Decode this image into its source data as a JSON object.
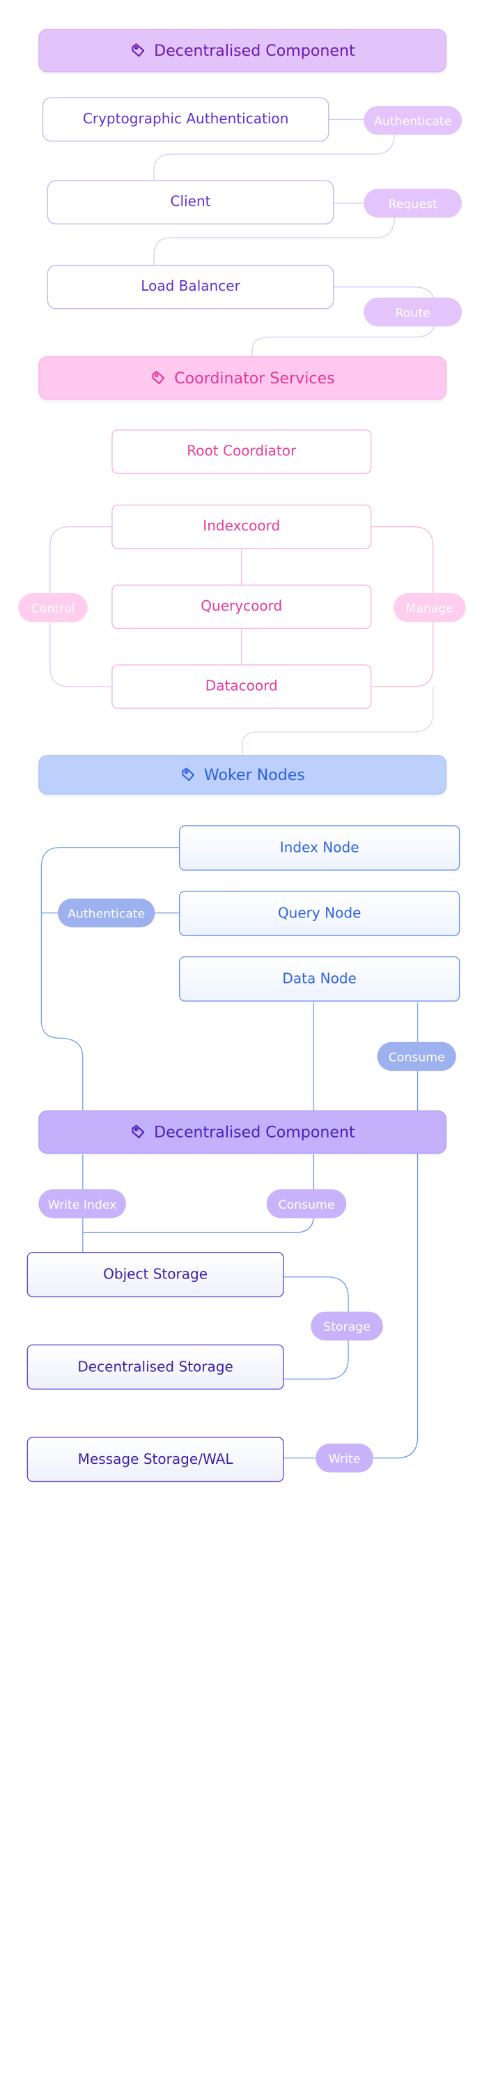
{
  "colors": {
    "purple_header": "#e2c3fa",
    "pink_header": "#ffc8ee",
    "blue_header": "#bdd0fb",
    "violet_header": "#c3b1fb",
    "purple_text": "#5f2fd2",
    "pink_text": "#e63b9c",
    "blue_text": "#2f62dc",
    "violet_text": "#3b1ea6"
  },
  "icons": {
    "section_header": "tag-icon"
  },
  "sections": {
    "decentralised_top": {
      "title": "Decentralised Component",
      "nodes": {
        "crypto_auth": "Cryptographic Authentication",
        "client": "Client",
        "load_balancer": "Load Balancer"
      },
      "labels": {
        "authenticate": "Authenticate",
        "request": "Request",
        "route": "Route"
      }
    },
    "coordinator": {
      "title": "Coordinator Services",
      "nodes": {
        "root": "Root Coordiator",
        "index": "Indexcoord",
        "query": "Querycoord",
        "data": "Datacoord"
      },
      "labels": {
        "control": "Control",
        "manage": "Manage"
      }
    },
    "workers": {
      "title": "Woker Nodes",
      "nodes": {
        "index": "Index Node",
        "query": "Query Node",
        "data": "Data Node"
      },
      "labels": {
        "authenticate": "Authenticate",
        "consume": "Consume"
      }
    },
    "decentralised_bottom": {
      "title": "Decentralised Component",
      "nodes": {
        "object_storage": "Object Storage",
        "decentralised_storage": "Decentralised Storage",
        "message_storage": "Message Storage/WAL"
      },
      "labels": {
        "write_index": "Write Index",
        "consume": "Consume",
        "storage": "Storage",
        "write": "Write"
      }
    }
  }
}
